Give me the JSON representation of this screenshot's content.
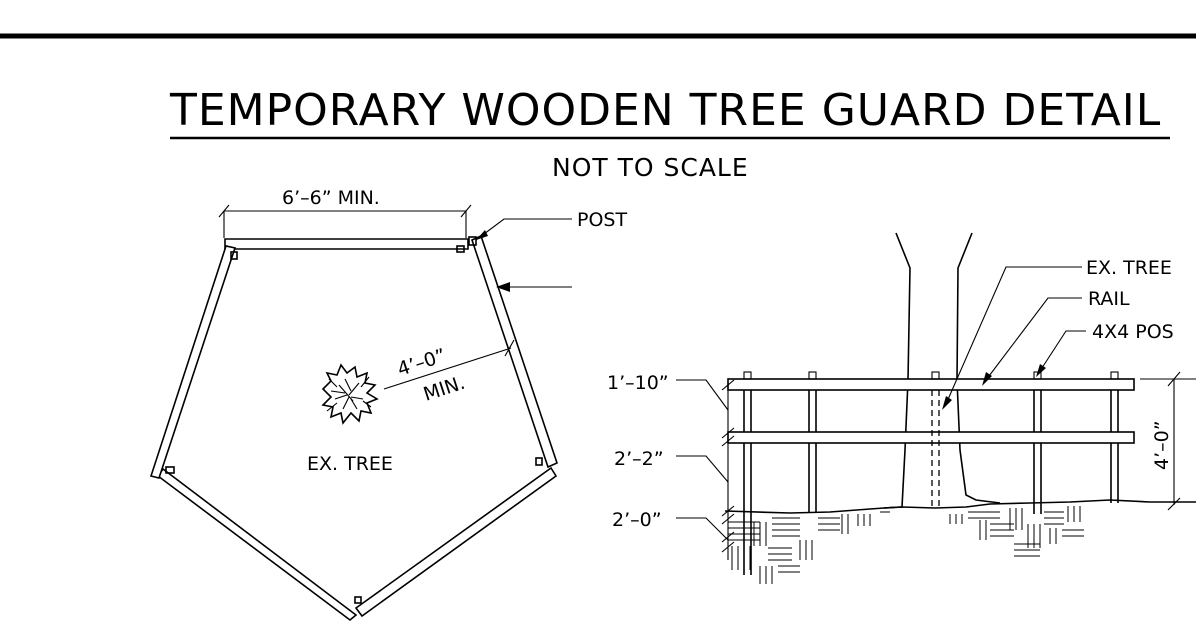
{
  "title": "TEMPORARY WOODEN TREE GUARD DETAIL",
  "subtitle": "NOT TO SCALE",
  "plan": {
    "width_dim": "6’–6” MIN.",
    "post_label": "POST",
    "radius_dim": "4’–0”",
    "radius_note": "MIN.",
    "tree_label": "EX. TREE"
  },
  "elevation": {
    "tree_label": "EX. TREE",
    "rail_label": "RAIL",
    "post_label": "4X4 POS",
    "top_rail_dim": "1’–10”",
    "mid_rail_dim": "2’–2”",
    "bottom_dim": "2’–0”",
    "height_dim": "4’–0”"
  }
}
